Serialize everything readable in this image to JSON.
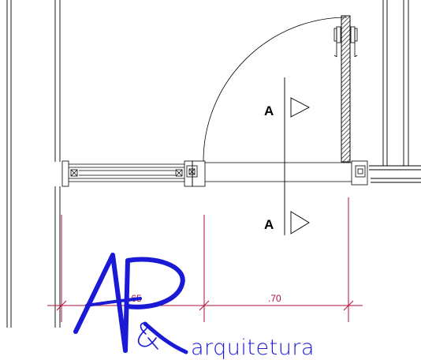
{
  "drawing": {
    "section_marker_top": "A",
    "section_marker_bottom": "A",
    "dim_left": ".65",
    "dim_right": ".70"
  },
  "logo": {
    "word": "arquitetura"
  },
  "colors": {
    "line": "#000000",
    "dimension": "#b0103a",
    "logo": "#1a1ad6",
    "hatch": "#444444"
  }
}
